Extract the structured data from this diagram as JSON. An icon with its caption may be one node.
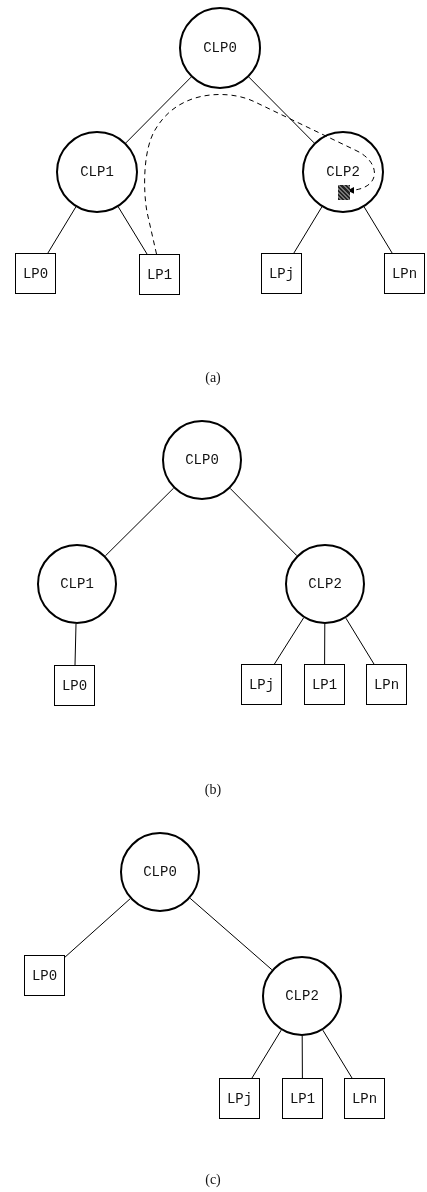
{
  "diagram": {
    "nodes": [
      {
        "text": [
          "CLP0"
        ]
      },
      {
        "text": [
          "CLP1"
        ]
      },
      {
        "text": [
          "CLP2"
        ]
      },
      {
        "text": [
          "LP0"
        ]
      },
      {
        "text": [
          "LP1"
        ]
      },
      {
        "text": [
          "LPj"
        ]
      },
      {
        "text": [
          "LPn"
        ]
      },
      {
        "text": [],
        "shape": "box",
        "in": 2
      },
      {
        "text": [
          "CLP0"
        ]
      },
      {
        "text": [
          "CLP1"
        ]
      },
      {
        "text": [
          "CLP2"
        ]
      },
      {
        "text": [
          "LP0"
        ]
      },
      {
        "text": [
          "LPj"
        ]
      },
      {
        "text": [
          "LP1"
        ]
      },
      {
        "text": [
          "LPn"
        ]
      },
      {
        "text": [
          "CLP0"
        ]
      },
      {
        "text": [
          "LP0"
        ]
      },
      {
        "text": [
          "CLP2"
        ]
      },
      {
        "text": [
          "LPj"
        ]
      },
      {
        "text": [
          "LP1"
        ]
      },
      {
        "text": [
          "LPn"
        ]
      }
    ],
    "edges": [
      {
        "from": 0,
        "to": 1,
        "arrow": "none"
      },
      {
        "from": 0,
        "to": 2,
        "arrow": "none"
      },
      {
        "from": 1,
        "to": 3,
        "arrow": "none"
      },
      {
        "from": 1,
        "to": 4,
        "arrow": "none"
      },
      {
        "from": 2,
        "to": 5,
        "arrow": "none"
      },
      {
        "from": 2,
        "to": 6,
        "arrow": "none"
      },
      {
        "from": 4,
        "to": 7,
        "arrow": "to",
        "style": "dashed"
      },
      {
        "from": 8,
        "to": 9,
        "arrow": "none"
      },
      {
        "from": 8,
        "to": 10,
        "arrow": "none"
      },
      {
        "from": 9,
        "to": 11,
        "arrow": "none"
      },
      {
        "from": 10,
        "to": 12,
        "arrow": "none"
      },
      {
        "from": 10,
        "to": 13,
        "arrow": "none"
      },
      {
        "from": 10,
        "to": 14,
        "arrow": "none"
      },
      {
        "from": 15,
        "to": 16,
        "arrow": "none"
      },
      {
        "from": 15,
        "to": 17,
        "arrow": "none"
      },
      {
        "from": 17,
        "to": 18,
        "arrow": "none"
      },
      {
        "from": 17,
        "to": 19,
        "arrow": "none"
      },
      {
        "from": 17,
        "to": 20,
        "arrow": "none"
      }
    ],
    "labels": [
      "(a)",
      "(b)",
      "(c)"
    ]
  }
}
